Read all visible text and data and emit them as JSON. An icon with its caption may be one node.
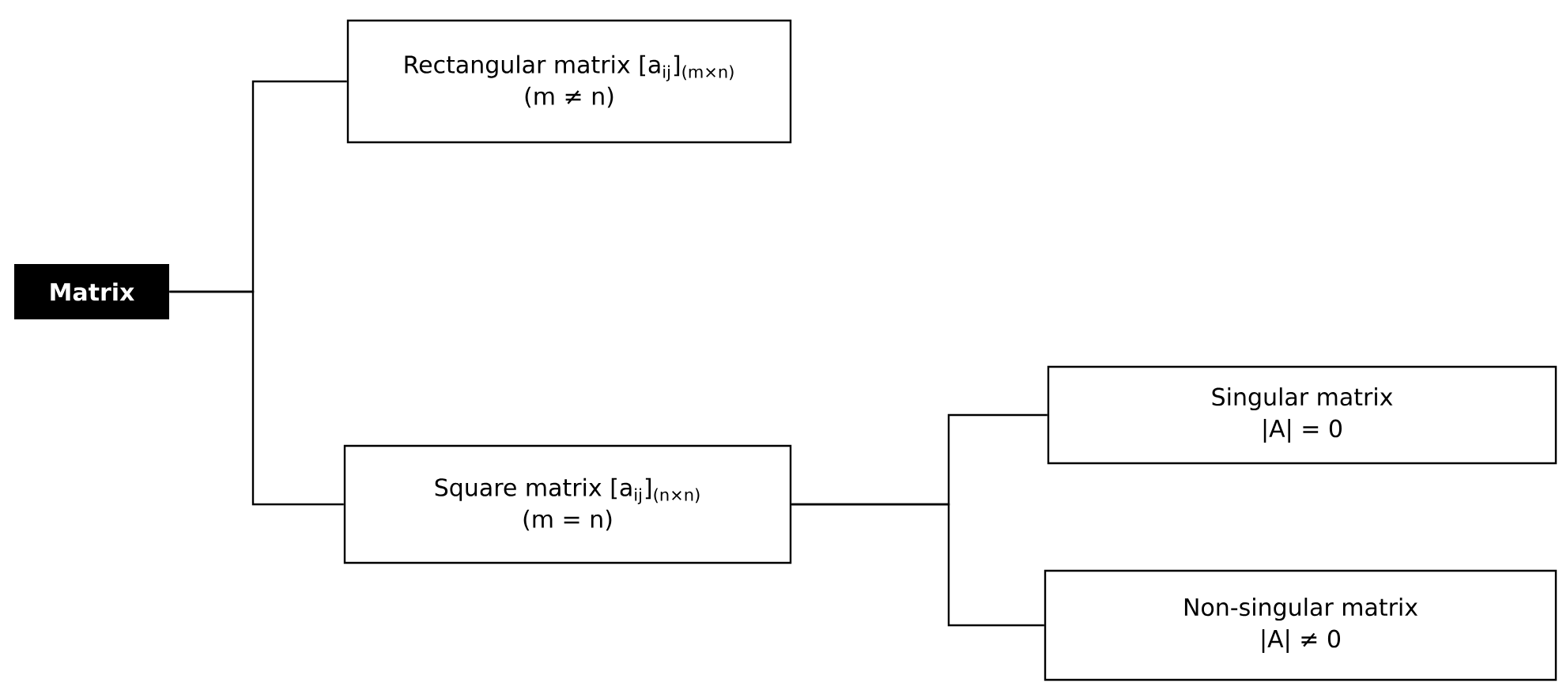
{
  "diagram": {
    "nodes": [
      {
        "text": [
          "Matrix"
        ]
      },
      {
        "text": [
          "Rectangular matrix [a$_{ij}$]$_{(m×n)}$",
          "(m ≠ n)"
        ]
      },
      {
        "text": [
          "Square matrix [a$_{ij}$]$_{(n×n)}$",
          "(m = n)"
        ]
      },
      {
        "text": [
          "Singular matrix",
          "|A| = 0"
        ]
      },
      {
        "text": [
          "Non-singular matrix",
          "|A| ≠ 0"
        ]
      }
    ],
    "edges": [
      {
        "from": 0,
        "to": 1,
        "arrow": "none"
      },
      {
        "from": 0,
        "to": 2,
        "arrow": "none"
      },
      {
        "from": 2,
        "to": 3,
        "arrow": "none"
      },
      {
        "from": 2,
        "to": 4,
        "arrow": "none"
      }
    ]
  }
}
